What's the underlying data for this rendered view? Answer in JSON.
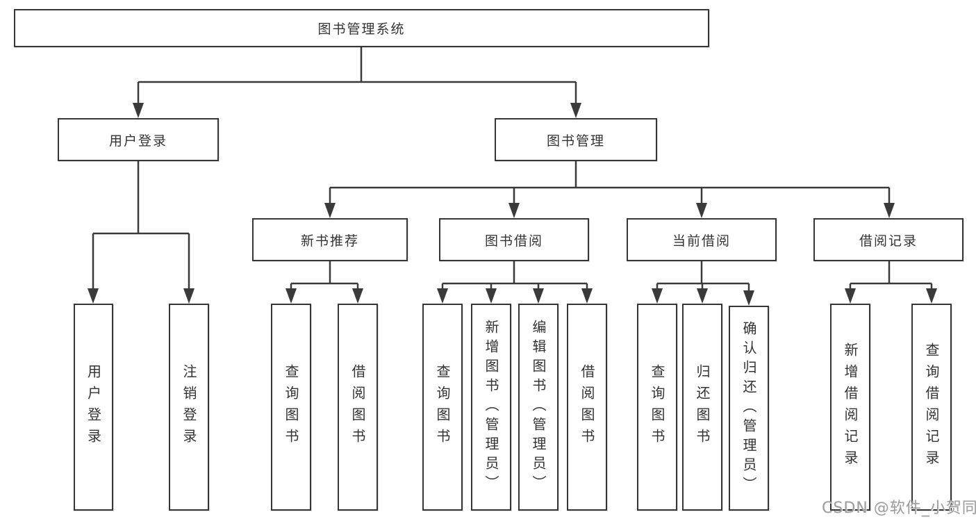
{
  "diagram_title": "图书管理系统",
  "colors": {
    "background": "#ffffff",
    "line": "#3a3a3a",
    "box_border": "#363636",
    "text": "#333333",
    "watermark": "#9d9d9d"
  },
  "nodes": {
    "root": "图书管理系统",
    "user_login": "用户登录",
    "book_management": "图书管理",
    "new_book_recommend": "新书推荐",
    "book_borrowing": "图书借阅",
    "current_borrowing": "当前借阅",
    "borrowing_records": "借阅记录",
    "v_user_login": "用户登录",
    "v_logout_login": "注销登录",
    "v_query_book_1": "查询图书",
    "v_borrow_book_1": "借阅图书",
    "v_query_book_2": "查询图书",
    "v_add_book_admin": "新增图书（管理员）",
    "v_edit_book_admin": "编辑图书（管理员）",
    "v_borrow_book_2": "借阅图书",
    "v_query_book_3": "查询图书",
    "v_return_book": "归还图书",
    "v_confirm_return_admin": "确认归还（管理员）",
    "v_add_borrow_record": "新增借阅记录",
    "v_query_borrow_record": "查询借阅记录"
  },
  "watermark": "CSDN @软件_小贺同学"
}
